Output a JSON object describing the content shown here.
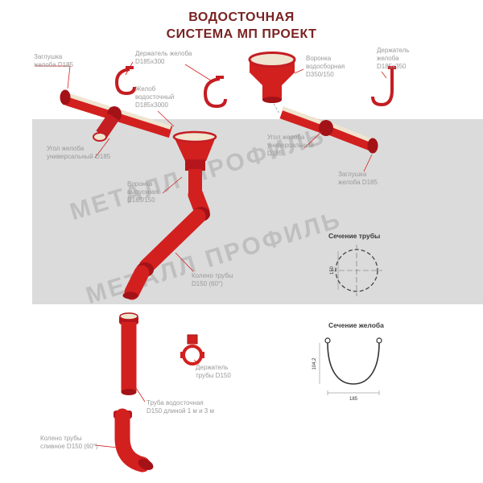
{
  "title": {
    "line1": "ВОДОСТОЧНАЯ",
    "line2": "СИСТЕМА МП ПРОЕКТ"
  },
  "watermark": {
    "text": "МЕТАЛЛ ПРОФИЛЬ"
  },
  "labels": {
    "end_cap_left": "Заглушка\nжелоба D185",
    "gutter_holder_300": "Держатель желоба\nD185x300",
    "gutter": "Желоб\nводосточный\nD185x3000",
    "collecting_funnel": "Воронка\nводосборная\nD350/150",
    "gutter_holder_350": "Держатель\nжелоба\nD185x350",
    "corner_left": "Угол желоба\nуниверсальный D185",
    "corner_right": "Угол желоба\nуниверсальный\nD185",
    "end_cap_right": "Заглушка\nжелоба D185",
    "outlet_funnel": "Воронка\nвыпускная\nD185/150",
    "pipe_elbow": "Колено трубы\nD150 (60°)",
    "pipe_holder": "Держатель\nтрубы D150",
    "downpipe": "Труба водосточная\nD150 длиной 1 м и 3 м",
    "drain_elbow": "Колено трубы\nсливное D150 (60°)"
  },
  "sections": {
    "pipe": {
      "heading": "Сечение трубы",
      "diameter": "150"
    },
    "gutter": {
      "heading": "Сечение желоба",
      "width": "185",
      "height": "104,2"
    }
  },
  "colors": {
    "red": "#d2201f",
    "dark_red": "#a31217",
    "cream": "#efe4cf",
    "title": "#7a2222",
    "band": "#dbdbdb",
    "label_text": "#9a9a9a"
  }
}
